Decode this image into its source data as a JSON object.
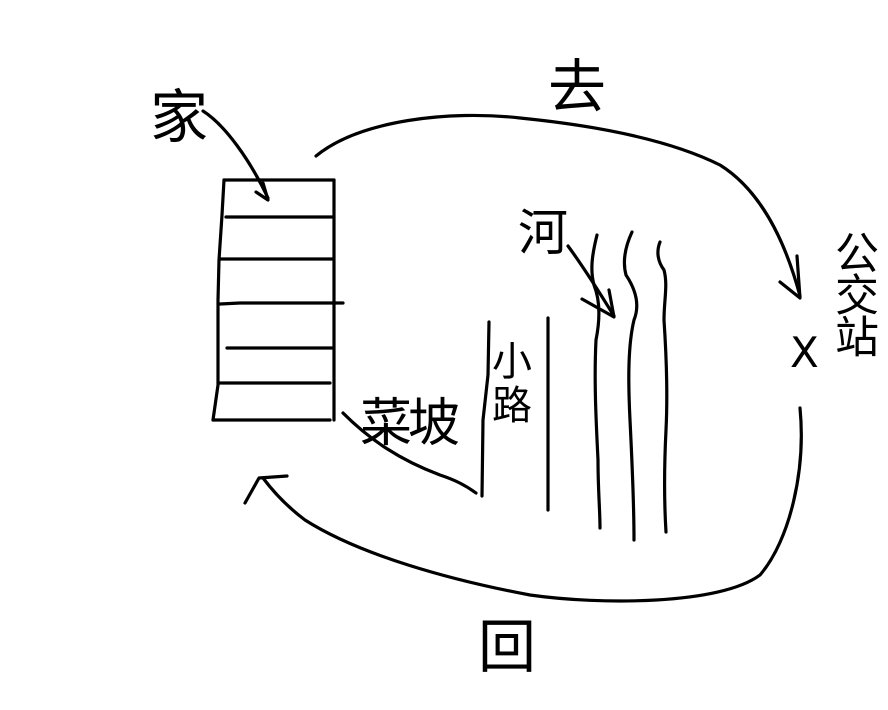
{
  "diagram": {
    "type": "hand-drawn route sketch",
    "labels": {
      "home": "家",
      "go": "去",
      "return": "回",
      "river": "河",
      "path": "小路",
      "vegetable_slope": "菜坡",
      "bus_station": "公交站",
      "station_marker": "X"
    },
    "colors": {
      "background": "#ffffff",
      "ink": "#000000"
    }
  }
}
